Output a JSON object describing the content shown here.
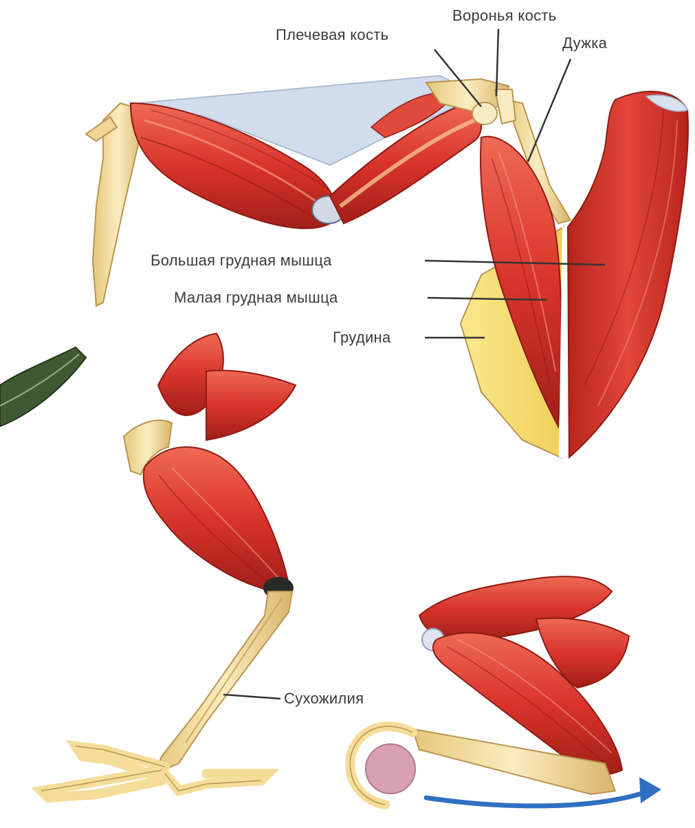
{
  "labels": {
    "humerus": "Плечевая кость",
    "coracoid": "Воронья кость",
    "furcula": "Дужка",
    "pectoralis_major": "Большая грудная мышца",
    "pectoralis_minor": "Малая грудная мышца",
    "sternum": "Грудина",
    "tendon": "Сухожилия"
  },
  "colors": {
    "muscle": "#d9342b",
    "muscle_dark": "#9e1c16",
    "muscle_light": "#f0826c",
    "bone": "#f3dd98",
    "bone_dark": "#c9a85a",
    "sternum": "#f7e27a",
    "tendon": "#c7d4e6",
    "leader": "#333333",
    "feather": "#3f5a32",
    "ball": "#d9a0b4",
    "arrow": "#2f6fc0"
  }
}
